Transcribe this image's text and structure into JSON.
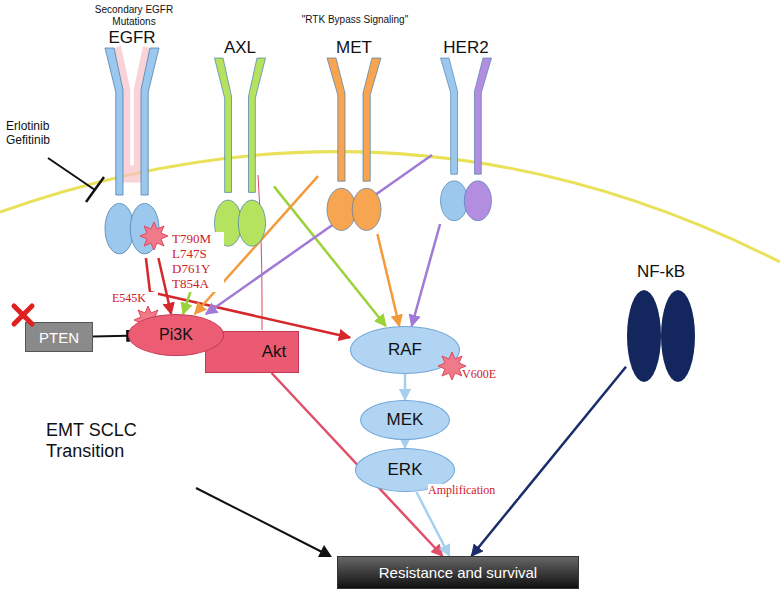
{
  "diagram": {
    "nodes": [
      {
        "text": [
          "EGFR"
        ]
      },
      {
        "text": [
          "AXL"
        ]
      },
      {
        "text": [
          "MET"
        ]
      },
      {
        "text": [
          "HER2"
        ]
      },
      {
        "text": [
          "PTEN"
        ]
      },
      {
        "text": [
          "Pi3K"
        ]
      },
      {
        "text": [
          "Akt"
        ]
      },
      {
        "text": [
          "RAF"
        ]
      },
      {
        "text": [
          "MEK"
        ]
      },
      {
        "text": [
          "ERK"
        ]
      },
      {
        "text": [
          "NF-kB"
        ]
      },
      {
        "text": [
          "Resistance and survival"
        ]
      }
    ],
    "edges": [
      {
        "from": 0,
        "to": 5,
        "arrow": "to"
      },
      {
        "from": 0,
        "to": 7,
        "arrow": "to"
      },
      {
        "from": 1,
        "to": 5,
        "arrow": "to"
      },
      {
        "from": 1,
        "to": 7,
        "arrow": "to"
      },
      {
        "from": 2,
        "to": 5,
        "arrow": "to"
      },
      {
        "from": 2,
        "to": 7,
        "arrow": "to"
      },
      {
        "from": 3,
        "to": 5,
        "arrow": "to"
      },
      {
        "from": 3,
        "to": 7,
        "arrow": "to"
      },
      {
        "from": 4,
        "to": 5,
        "arrow": "to"
      },
      {
        "from": 7,
        "to": 8,
        "arrow": "to"
      },
      {
        "from": 8,
        "to": 9,
        "arrow": "to"
      },
      {
        "from": 6,
        "to": 11,
        "arrow": "to"
      },
      {
        "from": 9,
        "to": 11,
        "arrow": "to"
      },
      {
        "from": 10,
        "to": 11,
        "arrow": "to"
      }
    ],
    "labels": [
      "Secondary EGFR Mutations",
      "\"RTK Bypass Signaling\"",
      "Erlotinib Gefitinib",
      "T790M L747S D761Y T854A",
      "E545K",
      "V600E",
      "Amplification",
      "EMT SCLC Transition"
    ]
  }
}
